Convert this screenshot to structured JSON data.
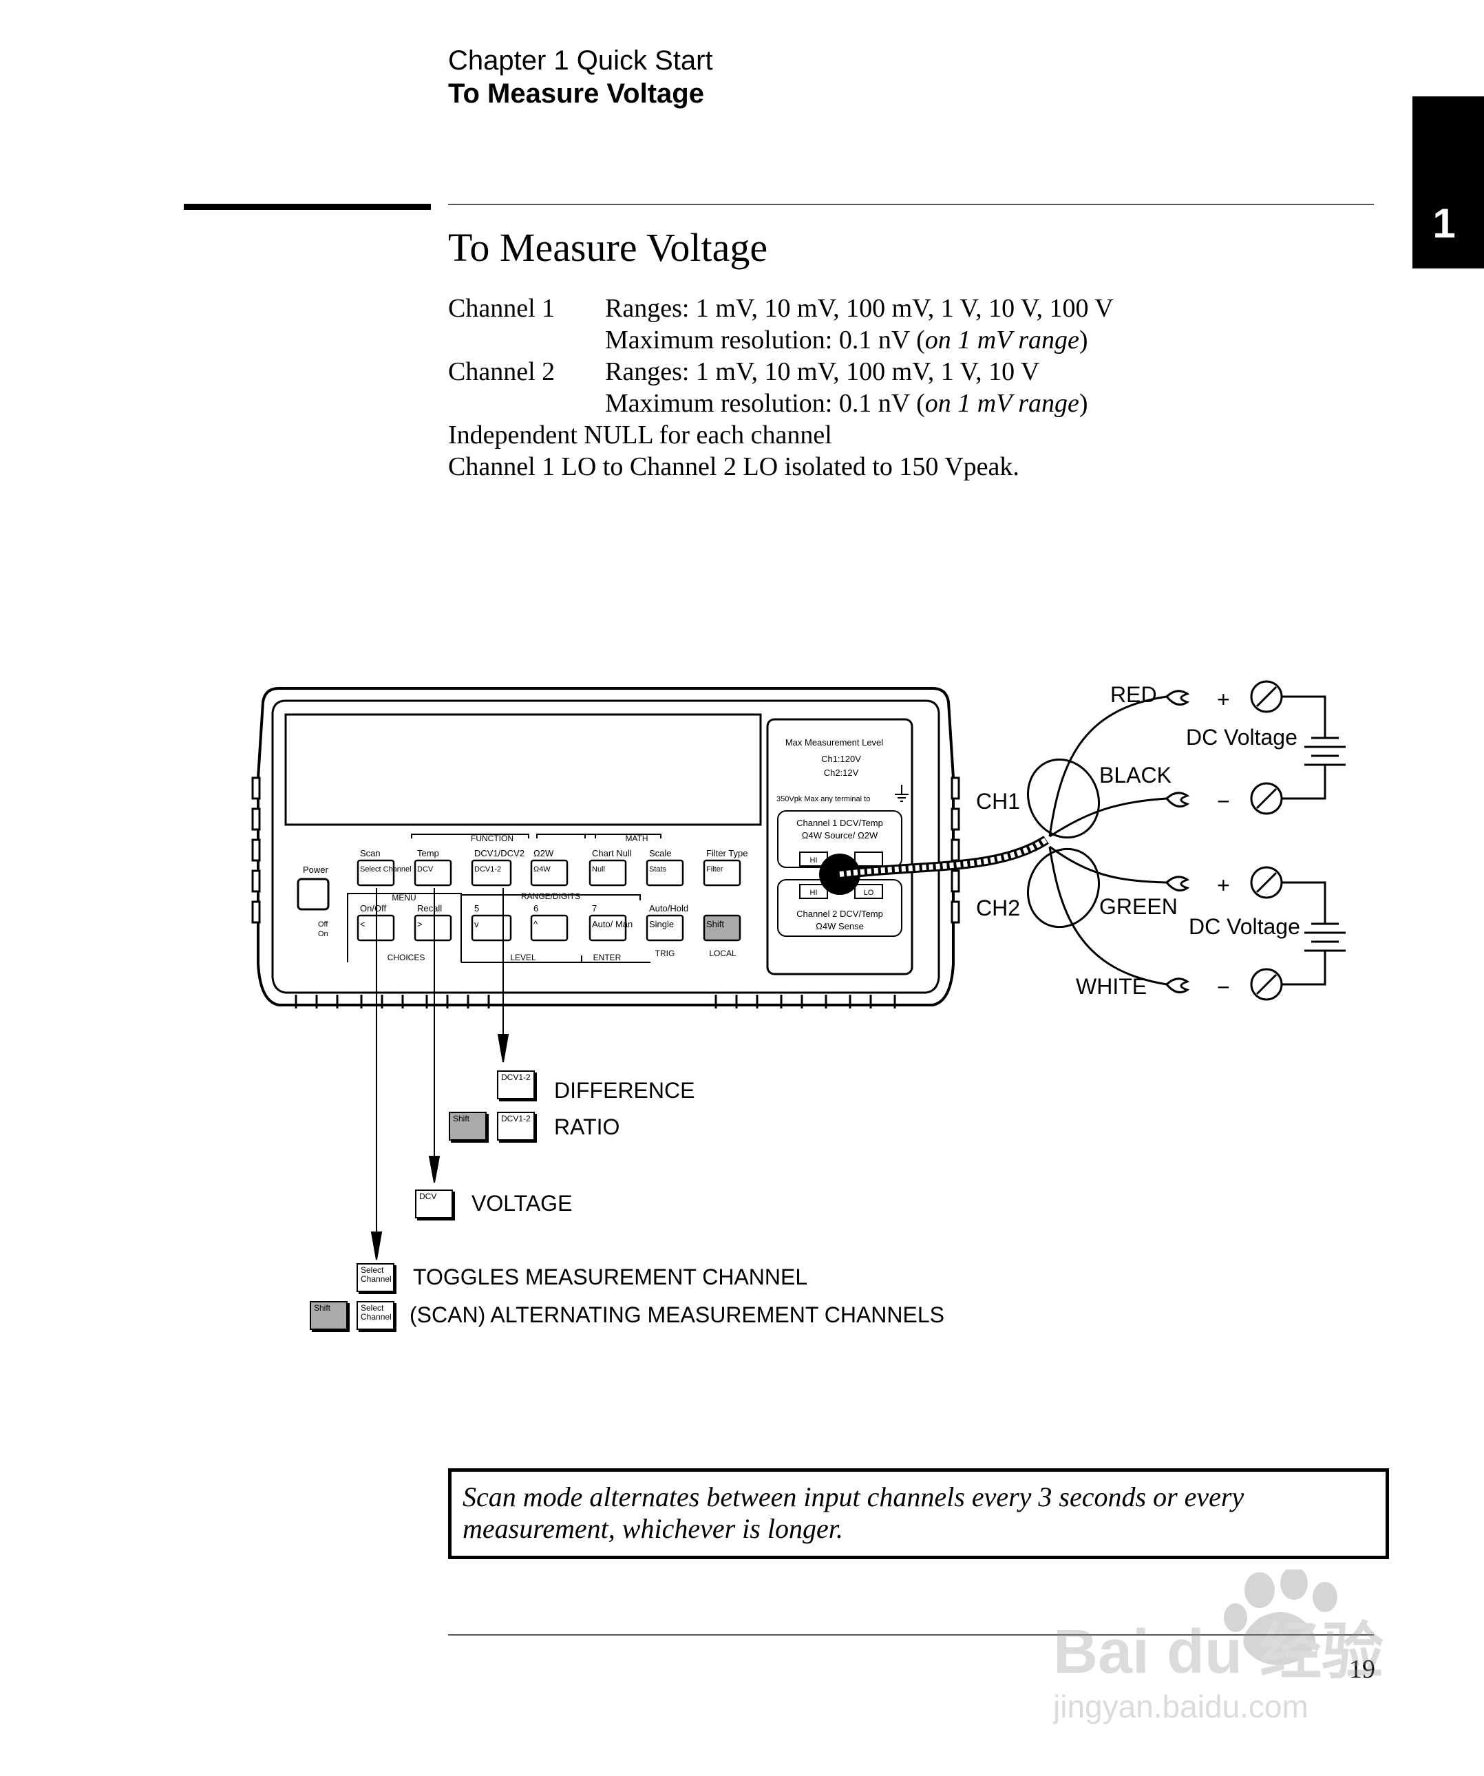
{
  "header": {
    "chapter": "Chapter 1  Quick Start",
    "section": "To Measure Voltage",
    "tab_number": "1"
  },
  "title": "To Measure Voltage",
  "specs": {
    "ch1_label": "Channel 1",
    "ch1_ranges": "Ranges: 1 mV, 10 mV, 100 mV, 1 V, 10 V, 100 V",
    "ch1_resolution": "Maximum resolution: 0.1 nV",
    "ch1_resolution_note": "on 1 mV range",
    "ch2_label": "Channel 2",
    "ch2_ranges": "Ranges: 1 mV, 10 mV, 100 mV, 1 V, 10 V",
    "ch2_resolution": "Maximum resolution: 0.1 nV",
    "ch2_resolution_note": "on 1 mV range",
    "null_line": "Independent NULL for each channel",
    "isolation_line": "Channel 1 LO to Channel 2 LO isolated to 150 Vpeak."
  },
  "instrument": {
    "max_level_title": "Max Measurement Level",
    "ch1_max": "Ch1:120V",
    "ch2_max": "Ch2:12V",
    "max_terminal": "350Vpk Max any terminal to",
    "ch1_input_label": "Channel 1 DCV/Temp",
    "ch1_input_sub": "Ω4W Source/ Ω2W",
    "ch2_input_label": "Channel 2 DCV/Temp",
    "ch2_input_sub": "Ω4W Sense",
    "hi": "HI",
    "lo": "LO",
    "power": "Power",
    "power_off": "Off",
    "power_on": "On",
    "function_group": "FUNCTION",
    "math_group": "MATH",
    "menu_group": "MENU",
    "range_group": "RANGE/DIGITS",
    "choices": "CHOICES",
    "level": "LEVEL",
    "enter": "ENTER",
    "trig": "TRIG",
    "local": "LOCAL",
    "top_labels": [
      "Scan",
      "Temp",
      "DCV1/DCV2",
      "Ω2W",
      "Chart Null",
      "Scale",
      "Filter Type"
    ],
    "top_keys": [
      "Select Channel",
      "DCV",
      "DCV1-2",
      "Ω4W",
      "Null",
      "Stats",
      "Filter"
    ],
    "bottom_labels": [
      "On/Off",
      "Recall",
      "5",
      "6",
      "7",
      "Auto/Hold"
    ],
    "bottom_keys": [
      "<",
      ">",
      "v",
      "^",
      "Auto/ Man",
      "Single",
      "Shift"
    ]
  },
  "wiring": {
    "ch1": "CH1",
    "ch2": "CH2",
    "red": "RED",
    "black": "BLACK",
    "green": "GREEN",
    "white": "WHITE",
    "dc_voltage": "DC Voltage",
    "plus": "+",
    "minus": "−"
  },
  "legend": {
    "difference": "DIFFERENCE",
    "ratio": "RATIO",
    "voltage": "VOLTAGE",
    "toggle": "TOGGLES MEASUREMENT CHANNEL",
    "scan": "(SCAN) ALTERNATING MEASUREMENT CHANNELS",
    "key_dcv12": "DCV1-2",
    "key_shift": "Shift",
    "key_dcv": "DCV",
    "key_select": "Select Channel"
  },
  "note": "Scan mode alternates between input channels every 3 seconds or every measurement, whichever is longer.",
  "page_number": "19",
  "watermark": {
    "brand": "Bai du 经验",
    "url": "jingyan.baidu.com"
  }
}
